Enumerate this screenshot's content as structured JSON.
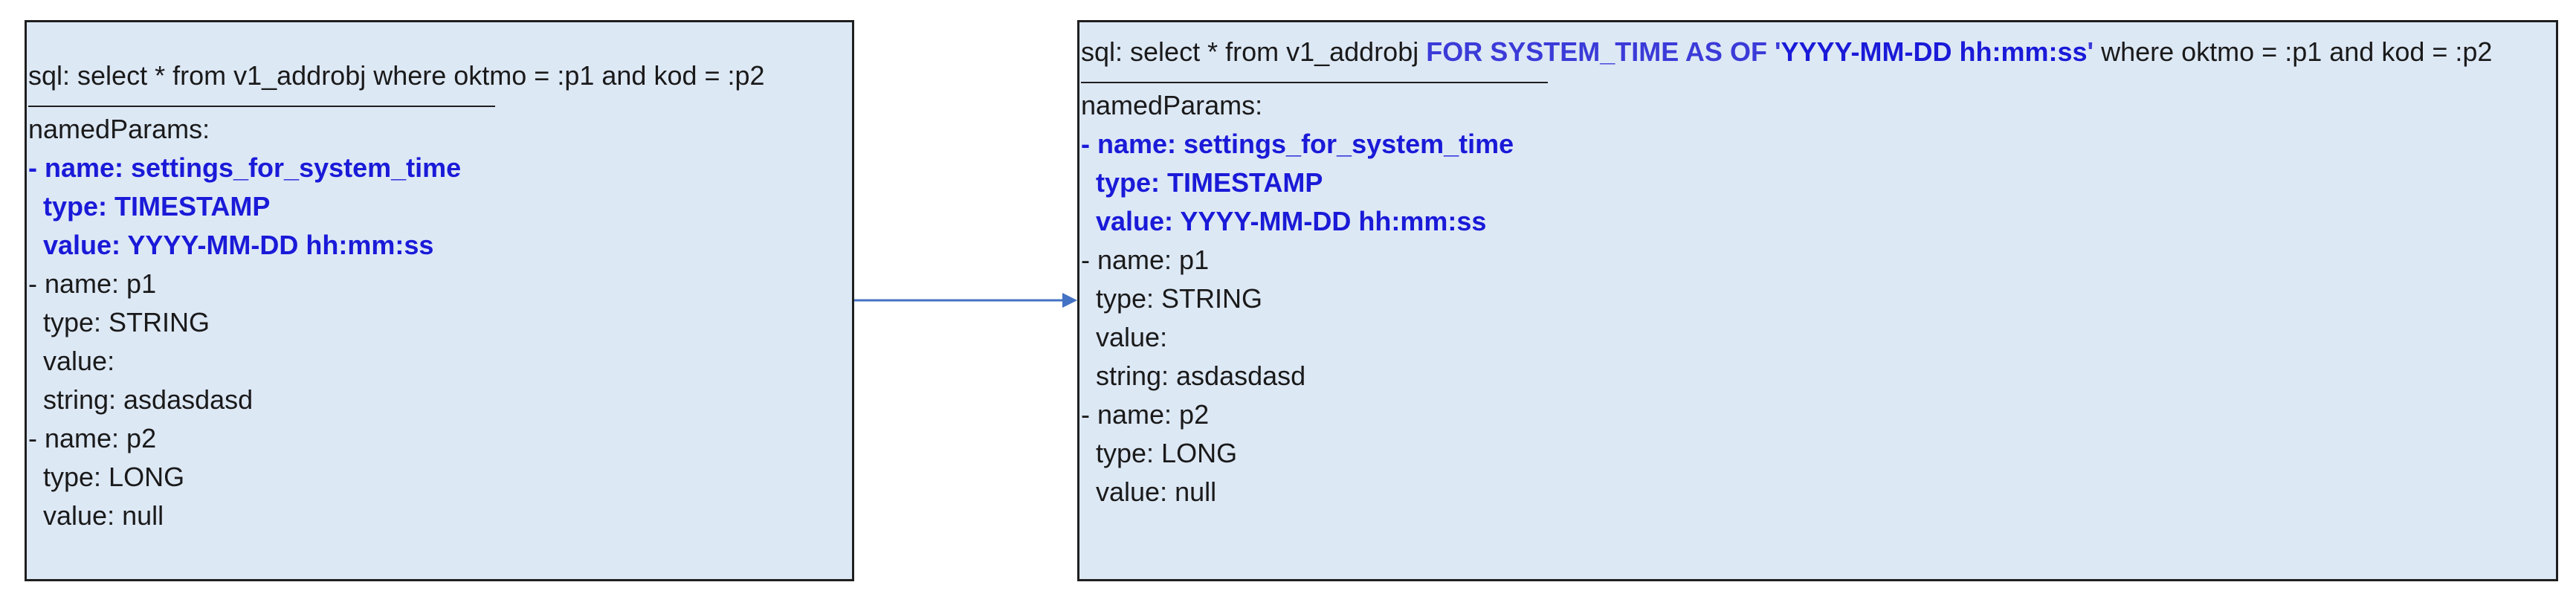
{
  "left_box": {
    "sql": "sql: select * from v1_addrobj where oktmo = :p1 and kod = :p2",
    "named_params_label": "namedParams:",
    "system_time_param": {
      "name": "- name: settings_for_system_time",
      "type": "type: TIMESTAMP",
      "value": "value: YYYY-MM-DD hh:mm:ss"
    },
    "p1": {
      "name": "- name: p1",
      "type": "type: STRING",
      "value": "value:",
      "string": "string: asdasdasd"
    },
    "p2": {
      "name": "- name: p2",
      "type": "type: LONG",
      "value": "value: null"
    }
  },
  "right_box": {
    "sql_prefix": "sql: select * from v1_addrobj ",
    "sql_clause": "FOR SYSTEM_TIME AS OF '",
    "sql_timestamp": "YYYY-MM-DD hh:mm:ss",
    "sql_clause_end": "'",
    "sql_suffix": " where oktmo = :p1 and kod = :p2",
    "named_params_label": "namedParams:",
    "system_time_param": {
      "name": "- name: settings_for_system_time",
      "type": "type: TIMESTAMP",
      "value": "value: YYYY-MM-DD hh:mm:ss"
    },
    "p1": {
      "name": "- name: p1",
      "type": "type: STRING",
      "value": "value:",
      "string": "string: asdasdasd"
    },
    "p2": {
      "name": "- name: p2",
      "type": "type: LONG",
      "value": "value: null"
    }
  },
  "colors": {
    "box_fill": "#dde8f5",
    "highlight_blue": "#1a1ad8",
    "arrow": "#4472c4"
  }
}
